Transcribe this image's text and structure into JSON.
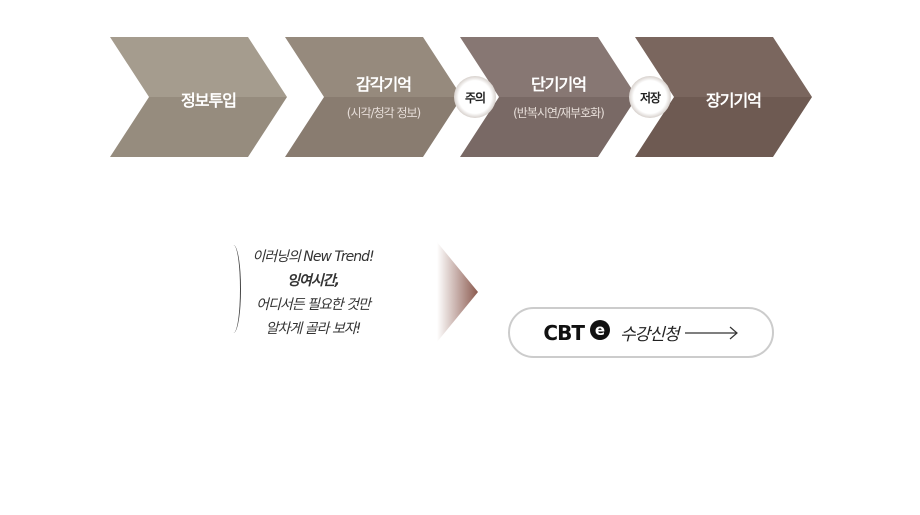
{
  "flow": [
    {
      "title": "정보투입",
      "sub": "",
      "color_top": "#a59c8e",
      "color_bottom": "#968c7e"
    },
    {
      "title": "감각기억",
      "sub": "(시각/청각 정보)",
      "color_top": "#968a7d",
      "color_bottom": "#897c70"
    },
    {
      "title": "단기기억",
      "sub": "(반복시연/재부호화)",
      "color_top": "#877773",
      "color_bottom": "#796965"
    },
    {
      "title": "장기기억",
      "sub": "",
      "color_top": "#7a665e",
      "color_bottom": "#6e5a52"
    }
  ],
  "badges": [
    "주의",
    "저장"
  ],
  "message": [
    "이러닝의 New Trend!",
    "잉여시간,",
    "어디서든 필요한 것만",
    "알차게 골라 보자!"
  ],
  "cta": {
    "brand": "CBT",
    "e": "e",
    "label": "수강신청"
  }
}
